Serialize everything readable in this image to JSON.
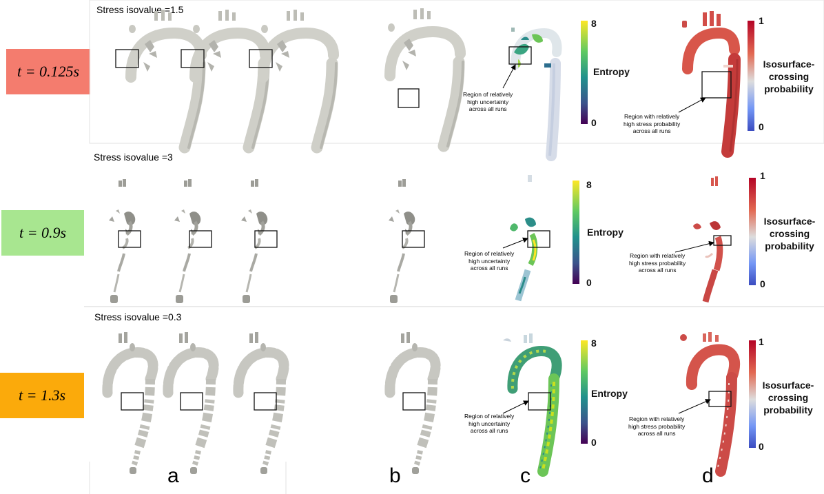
{
  "rows": [
    {
      "time_label": "t = 0.125s",
      "time_color": "#f47c6e",
      "isovalue_text": "Stress isovalue =1.5",
      "entropy_annotation": [
        "Region of relatively",
        "high uncertainty",
        "across all runs"
      ],
      "probability_annotation": [
        "Region with relatively",
        "high stress probability",
        "across all runs"
      ]
    },
    {
      "time_label": "t = 0.9s",
      "time_color": "#a8e690",
      "isovalue_text": "Stress isovalue =3",
      "entropy_annotation": [
        "Region of relatively",
        "high uncertainty",
        "across all runs"
      ],
      "probability_annotation": [
        "Region with relatively",
        "high stress probability",
        "across all runs"
      ]
    },
    {
      "time_label": "t = 1.3s",
      "time_color": "#fbaa0b",
      "isovalue_text": "Stress isovalue =0.3",
      "entropy_annotation": [
        "Region of relatively",
        "high uncertainty",
        "across all runs"
      ],
      "probability_annotation": [
        "Region with relatively",
        "high stress probability",
        "across all runs"
      ]
    }
  ],
  "entropy_colorbar": {
    "label": "Entropy",
    "max": "8",
    "min": "0",
    "colors": [
      "#fde725",
      "#5ec962",
      "#21918c",
      "#3b528b",
      "#440154"
    ]
  },
  "probability_colorbar": {
    "label_lines": [
      "Isosurface-",
      "crossing",
      "probability"
    ],
    "max": "1",
    "min": "0",
    "colors": [
      "#b40426",
      "#e26952",
      "#dddddd",
      "#7396f5",
      "#3b4cc0"
    ]
  },
  "column_labels": [
    "a",
    "b",
    "c",
    "d"
  ]
}
